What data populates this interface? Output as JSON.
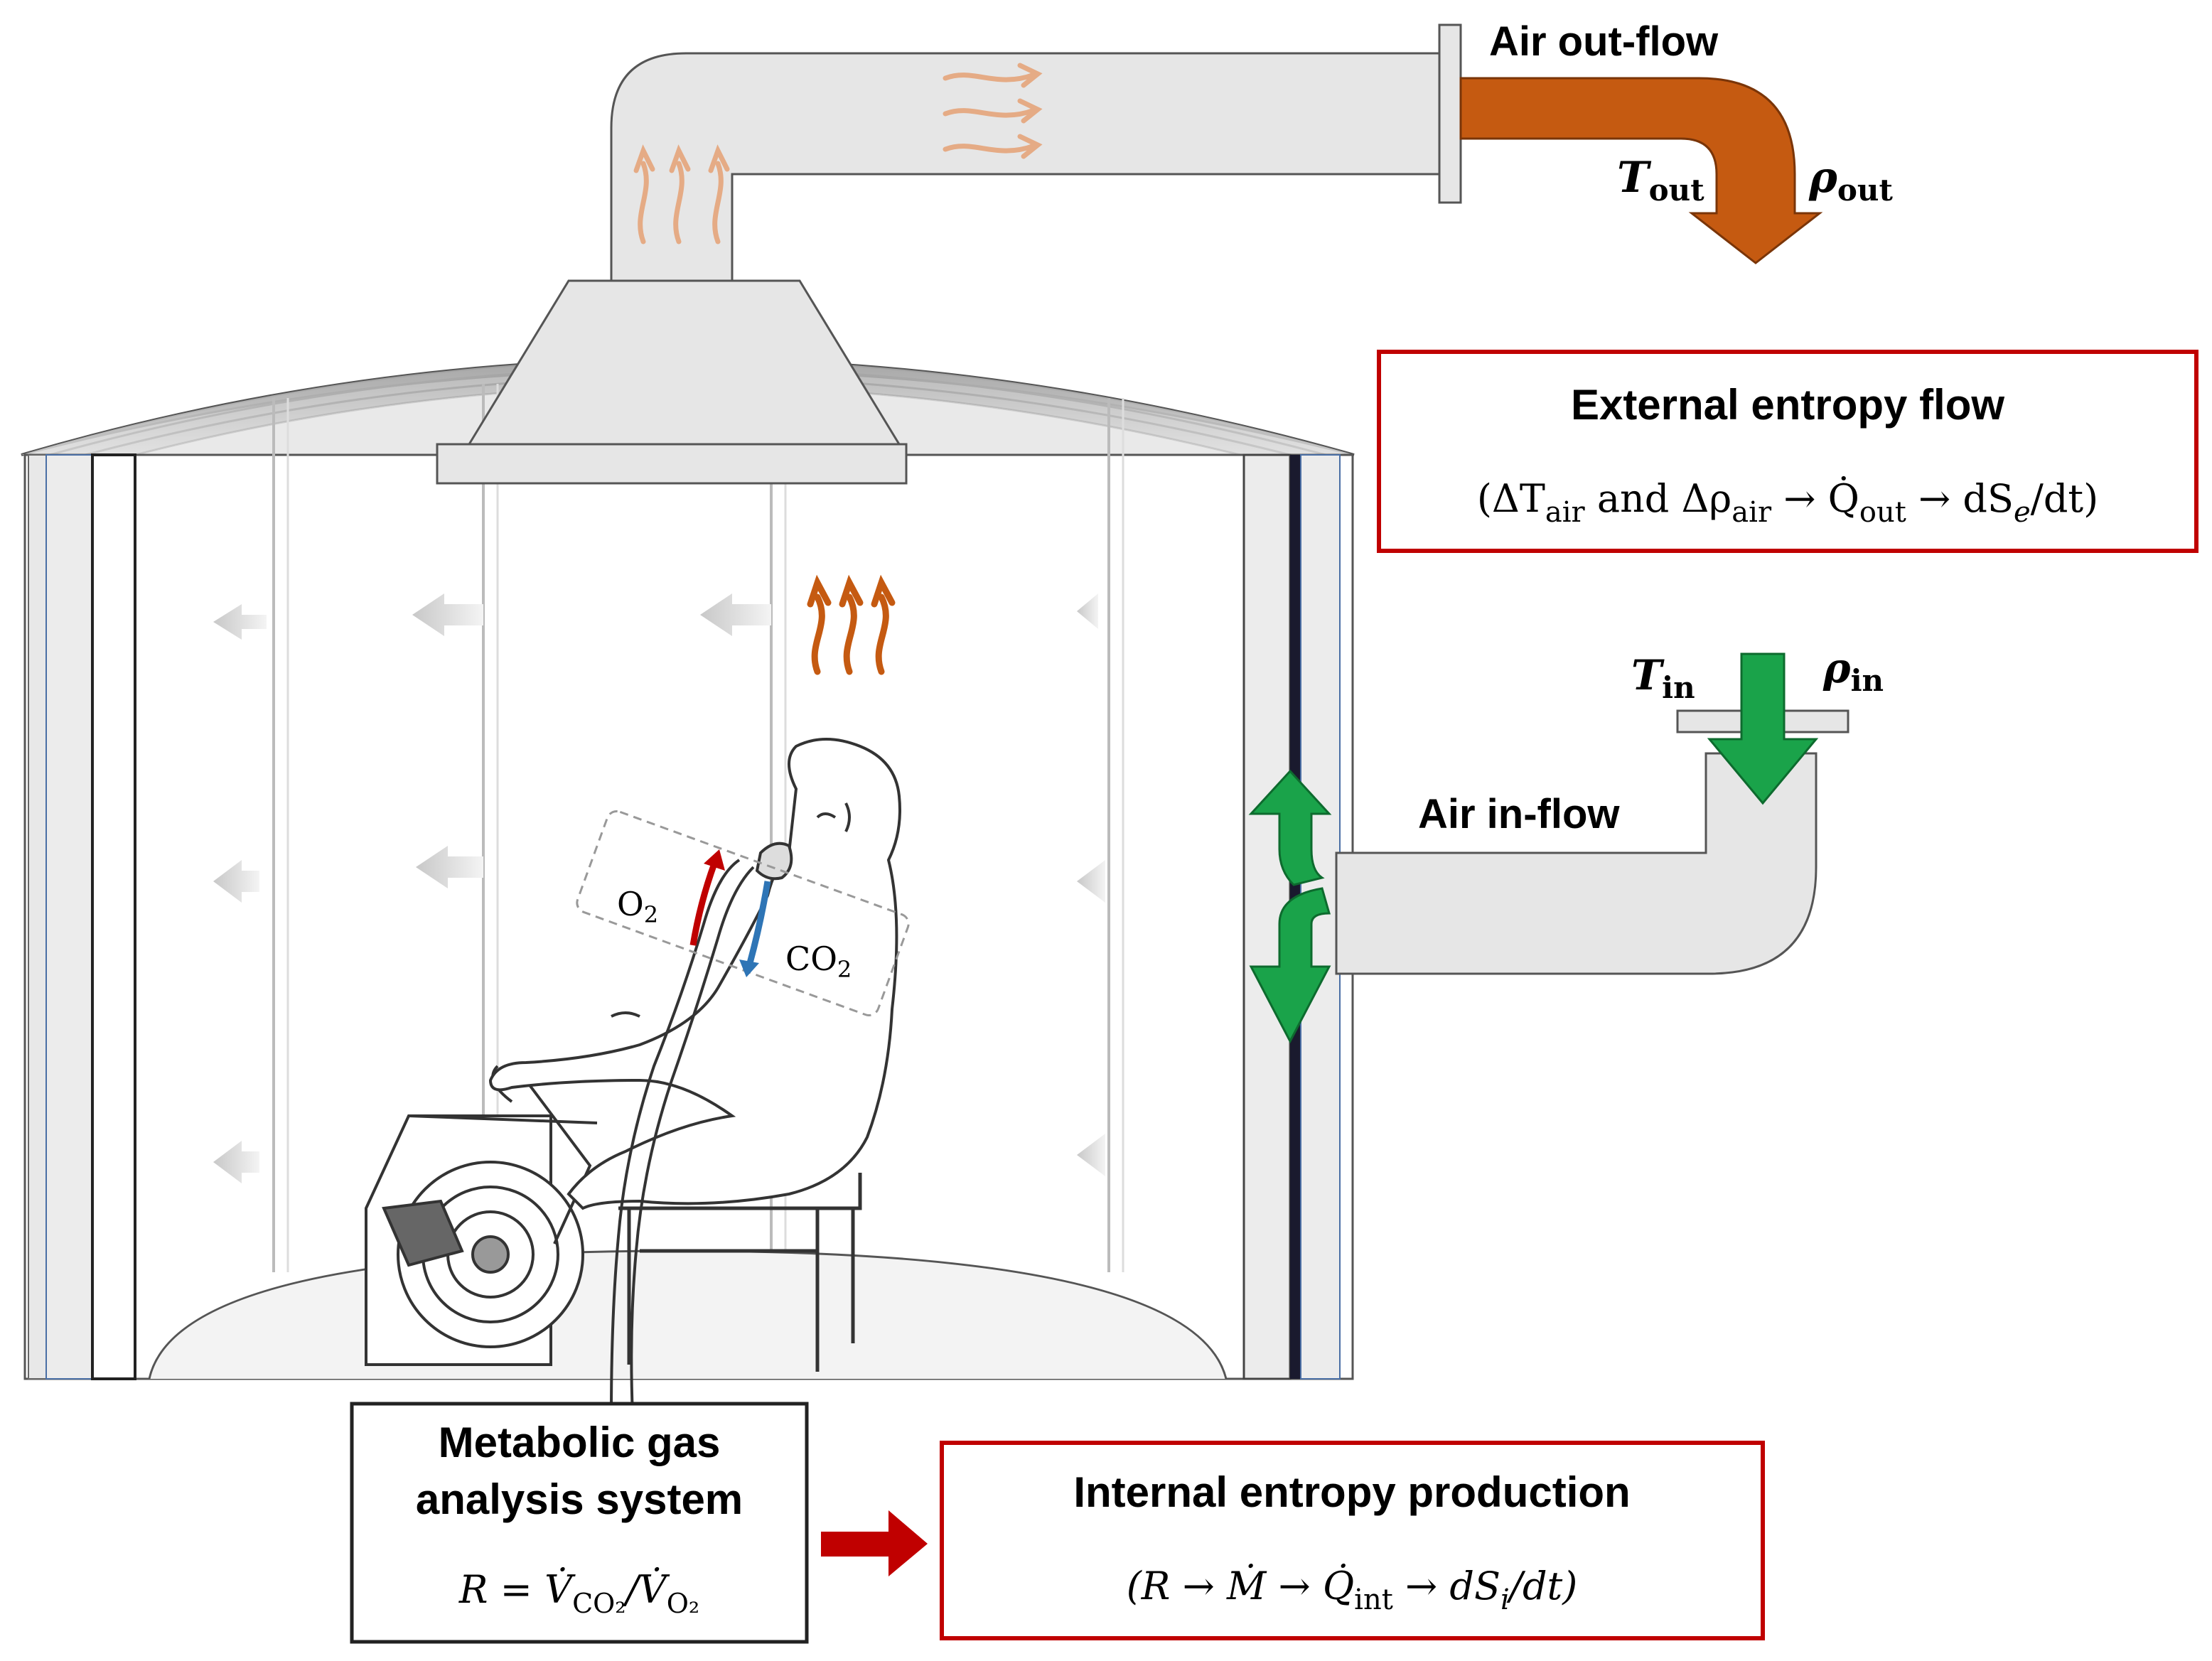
{
  "labels": {
    "air_out_flow": "Air out-flow",
    "t_out_main": "T",
    "t_out_sub": "out",
    "rho_out_main": "ρ",
    "rho_out_sub": "out",
    "air_in_flow": "Air in-flow",
    "t_in_main": "T",
    "t_in_sub": "in",
    "rho_in_main": "ρ",
    "rho_in_sub": "in",
    "o2_main": "O",
    "o2_sub": "2",
    "co2_main": "CO",
    "co2_sub": "2"
  },
  "external_box": {
    "title": "External entropy flow",
    "formula": "(ΔTₐᵢᵣ and Δρₐᵢᵣ → Q̇ₒᵤₜ → dSₑ/dt)",
    "f_open": "(ΔT",
    "f_air1": "air",
    "f_and": " and Δρ",
    "f_air2": "air",
    "f_arrow1": " → Q̇",
    "f_out": "out",
    "f_arrow2": " → dS",
    "f_e": "e",
    "f_close": "/dt)"
  },
  "gas_box": {
    "title_line1": "Metabolic gas",
    "title_line2": "analysis system",
    "f_r": "R = V̇",
    "f_co2": "CO₂",
    "f_slash": "/V̇",
    "f_o2": "O₂"
  },
  "internal_box": {
    "title": "Internal entropy production",
    "f_open": "(R → Ṁ → Q̇",
    "f_int": "int",
    "f_arrow": " → dS",
    "f_i": "i",
    "f_close": "/dt)"
  },
  "colors": {
    "duct_fill": "#e6e6e6",
    "out_flow": "#c55a11",
    "in_flow": "#1aa34a",
    "box_red": "#c00000",
    "wavy_light": "#e5ab85",
    "o2_arrow": "#c00000",
    "co2_arrow": "#2e75b6"
  }
}
